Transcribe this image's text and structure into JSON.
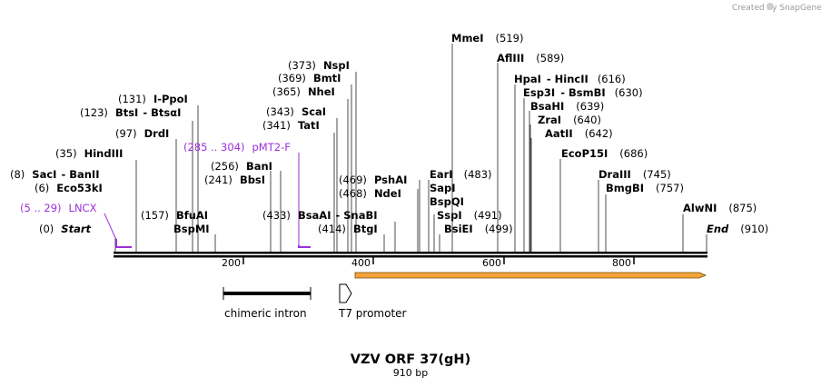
{
  "credit": "Created by SnapGene",
  "title": "VZV ORF 37(gH)",
  "length_label": "910 bp",
  "colors": {
    "primer": "#9b30d9",
    "line": "#000000",
    "orf_fill": "#f2a33a"
  },
  "sequence_length": 910,
  "ticks": [
    {
      "pos": 200,
      "label": "200"
    },
    {
      "pos": 400,
      "label": "400"
    },
    {
      "pos": 600,
      "label": "600"
    },
    {
      "pos": 800,
      "label": "800"
    }
  ],
  "sites": [
    {
      "pos": "(0)",
      "name": "Start",
      "italic": true
    },
    {
      "pos": "(6)",
      "name": "Eco53kI"
    },
    {
      "pos": "(8)",
      "name": "SacI",
      "suffix": "- BanII"
    },
    {
      "pos": "(35)",
      "name": "HindIII"
    },
    {
      "pos": "(97)",
      "name": "DrdI"
    },
    {
      "pos": "(123)",
      "name": "BtsI",
      "suffix": "- BtsαI"
    },
    {
      "pos": "(131)",
      "name": "I-PpoI"
    },
    {
      "pos": "(157)",
      "name": "BfuAI"
    },
    {
      "pos": "",
      "name": "BspMI"
    },
    {
      "pos": "(241)",
      "name": "BbsI"
    },
    {
      "pos": "(256)",
      "name": "BanI"
    },
    {
      "pos": "(341)",
      "name": "TatI"
    },
    {
      "pos": "(343)",
      "name": "ScaI"
    },
    {
      "pos": "(365)",
      "name": "NheI"
    },
    {
      "pos": "(369)",
      "name": "BmtI"
    },
    {
      "pos": "(373)",
      "name": "NspI"
    },
    {
      "pos": "(433)",
      "name": "BsaAI",
      "suffix": "- SnaBI"
    },
    {
      "pos": "(414)",
      "name": "BtgI"
    },
    {
      "pos": "(468)",
      "name": "NdeI"
    },
    {
      "pos": "(469)",
      "name": "PshAI"
    },
    {
      "pos": "(483)",
      "name": "EarI"
    },
    {
      "pos": "",
      "name": "SapI"
    },
    {
      "pos": "",
      "name": "BspQI"
    },
    {
      "pos": "(491)",
      "name": "SspI"
    },
    {
      "pos": "(499)",
      "name": "BsiEI"
    },
    {
      "pos": "(519)",
      "name": "MmeI"
    },
    {
      "pos": "(589)",
      "name": "AflIII"
    },
    {
      "pos": "(616)",
      "name": "HpaI",
      "suffix": "- HincII"
    },
    {
      "pos": "(630)",
      "name": "Esp3I",
      "suffix": "- BsmBI"
    },
    {
      "pos": "(639)",
      "name": "BsaHI"
    },
    {
      "pos": "(640)",
      "name": "ZraI"
    },
    {
      "pos": "(642)",
      "name": "AatII"
    },
    {
      "pos": "(686)",
      "name": "EcoP15I"
    },
    {
      "pos": "(745)",
      "name": "DraIII"
    },
    {
      "pos": "(757)",
      "name": "BmgBI"
    },
    {
      "pos": "(875)",
      "name": "AlwNI"
    },
    {
      "pos": "(910)",
      "name": "End",
      "italic": true
    }
  ],
  "primers": [
    {
      "range": "(5 .. 29)",
      "name": "LNCX"
    },
    {
      "range": "(285 .. 304)",
      "name": "pMT2-F"
    }
  ],
  "features": [
    {
      "name": "chimeric intron"
    },
    {
      "name": "T7 promoter"
    }
  ]
}
